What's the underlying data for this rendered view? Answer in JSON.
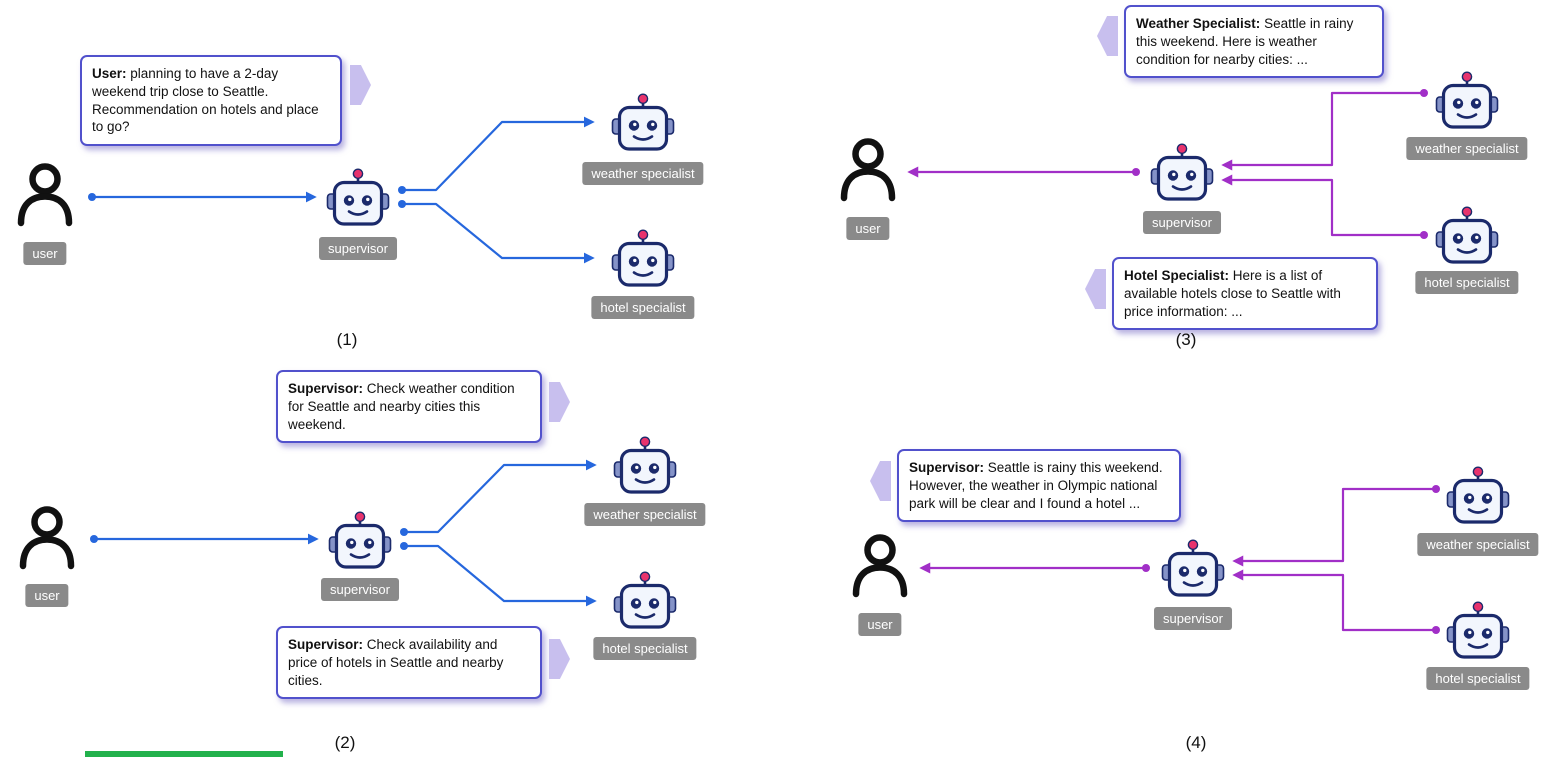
{
  "figure": {
    "type": "multi-agent-workflow-diagram",
    "description_visible": false
  },
  "actor_labels": {
    "user": "user",
    "supervisor": "supervisor",
    "weather": "weather specialist",
    "hotel": "hotel specialist"
  },
  "panels": [
    {
      "caption": "(1)",
      "bubbles": [
        {
          "speaker": "User:",
          "text": "planning to have a 2-day weekend trip close to Seattle. Recommendation on hotels and place to go?"
        }
      ]
    },
    {
      "caption": "(2)",
      "bubbles": [
        {
          "speaker": "Supervisor:",
          "text": "Check weather condition for Seattle and nearby cities this weekend."
        },
        {
          "speaker": "Supervisor:",
          "text": "Check availability and price of hotels in Seattle and nearby cities."
        }
      ]
    },
    {
      "caption": "(3)",
      "bubbles": [
        {
          "speaker": "Weather Specialist:",
          "text": "Seattle in rainy this weekend. Here is weather condition for nearby cities: ..."
        },
        {
          "speaker": "Hotel Specialist:",
          "text": "Here is a list of available hotels close to Seattle with price information: ..."
        }
      ]
    },
    {
      "caption": "(4)",
      "bubbles": [
        {
          "speaker": "Supervisor:",
          "text": "Seattle is rainy this weekend. However, the weather in Olympic national park will be clear and I found a hotel ..."
        }
      ]
    }
  ],
  "colors": {
    "request_arrow": "#2667dd",
    "response_arrow": "#a12fc7",
    "bubble_border": "#5151cc",
    "bubble_pointer": "#c8bfee",
    "actor_label_bg": "#8a8a8a",
    "green_bar": "#22b14c",
    "robot_outline": "#1b2a6b",
    "robot_antenna": "#e8336d"
  }
}
